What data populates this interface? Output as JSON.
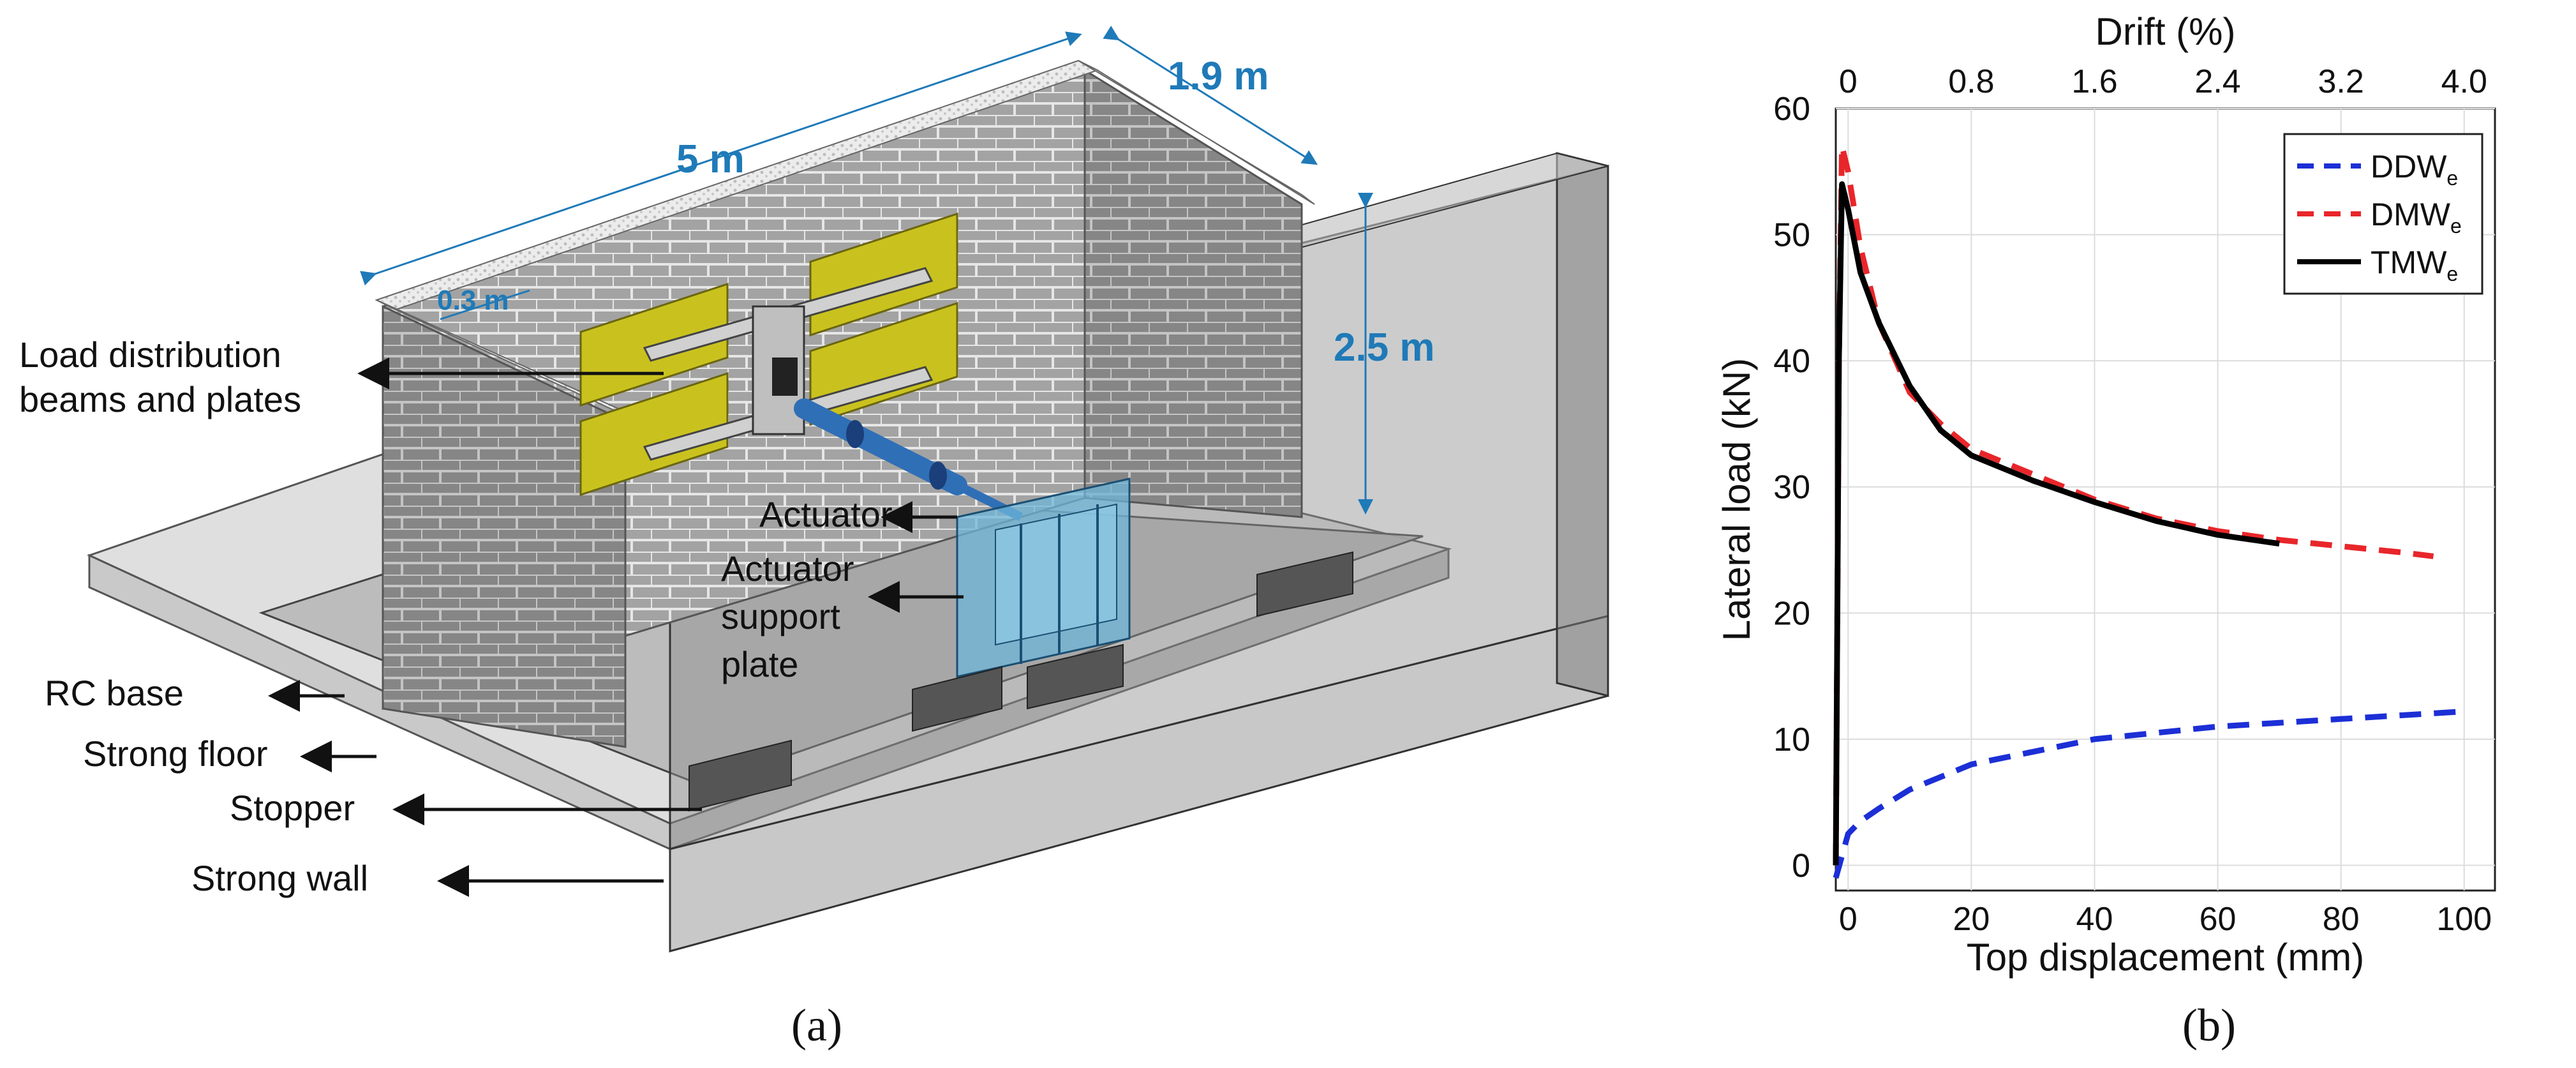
{
  "panel_a": {
    "caption": "(a)",
    "dimensions": {
      "length": "5 m",
      "width": "1.9 m",
      "height": "2.5 m",
      "thickness": "0.3 m"
    },
    "labels": {
      "load_dist_line1": "Load distribution",
      "load_dist_line2": "beams and plates",
      "actuator": "Actuator",
      "support_line1": "Actuator",
      "support_line2": "support",
      "support_line3": "plate",
      "rc_base": "RC base",
      "strong_floor": "Strong floor",
      "stopper": "Stopper",
      "strong_wall": "Strong wall"
    },
    "colors": {
      "dimension": "#1f7ab8",
      "brick": "#9a9a9a",
      "plate": "#c9c21e",
      "actuator": "#2f6fb6",
      "support": "#6fb5d8"
    }
  },
  "panel_b": {
    "caption": "(b)",
    "legend": [
      {
        "label": "DDW",
        "subscript": "e",
        "color": "#1c2fd6",
        "dash": "dashed"
      },
      {
        "label": "DMW",
        "subscript": "e",
        "color": "#e8262a",
        "dash": "dashed"
      },
      {
        "label": "TMW",
        "subscript": "e",
        "color": "#000000",
        "dash": "solid"
      }
    ]
  },
  "chart_data": {
    "type": "line",
    "xlabel": "Top displacement (mm)",
    "ylabel": "Lateral load (kN)",
    "top_label": "Drift (%)",
    "xlim": [
      -2,
      105
    ],
    "ylim": [
      -2,
      60
    ],
    "x_ticks": [
      0,
      20,
      40,
      60,
      80,
      100
    ],
    "y_ticks": [
      0,
      10,
      20,
      30,
      40,
      50,
      60
    ],
    "top_ticks": [
      {
        "label": "0",
        "x": 0
      },
      {
        "label": "0.8",
        "x": 20
      },
      {
        "label": "1.6",
        "x": 40
      },
      {
        "label": "2.4",
        "x": 60
      },
      {
        "label": "3.2",
        "x": 80
      },
      {
        "label": "4.0",
        "x": 100
      }
    ],
    "grid": true,
    "legend_position": "top-right",
    "series": [
      {
        "name": "DDWe",
        "color": "#1c2fd6",
        "dash": "dashed",
        "x": [
          -2,
          0,
          2,
          5,
          10,
          15,
          20,
          30,
          40,
          50,
          60,
          70,
          80,
          90,
          100
        ],
        "y": [
          -1,
          2.5,
          3.5,
          4.5,
          6,
          7,
          8,
          9,
          10,
          10.5,
          11,
          11.3,
          11.6,
          11.9,
          12.2
        ]
      },
      {
        "name": "DMWe",
        "color": "#e8262a",
        "dash": "dashed",
        "x": [
          -2,
          -1.5,
          -1,
          0,
          2,
          5,
          10,
          15,
          20,
          30,
          40,
          50,
          60,
          70,
          80,
          90,
          95
        ],
        "y": [
          0,
          40,
          57,
          55,
          49,
          43,
          37.5,
          35,
          33,
          31,
          29,
          27.5,
          26.5,
          25.8,
          25.3,
          24.8,
          24.5
        ]
      },
      {
        "name": "TMWe",
        "color": "#000000",
        "dash": "solid",
        "x": [
          -2,
          -1.5,
          -1,
          0,
          2,
          5,
          10,
          15,
          20,
          30,
          40,
          50,
          60,
          70
        ],
        "y": [
          0,
          40,
          54,
          52,
          47,
          43,
          38,
          34.5,
          32.5,
          30.5,
          28.8,
          27.3,
          26.2,
          25.5
        ]
      }
    ]
  }
}
